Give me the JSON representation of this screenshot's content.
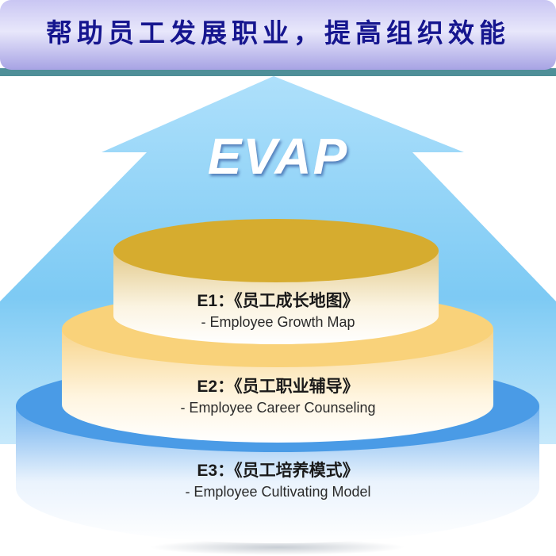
{
  "banner": {
    "title": "帮助员工发展职业，提高组织效能"
  },
  "diagram": {
    "title": "EVAP",
    "levels": [
      {
        "code": "E1：《员工成长地图》",
        "english": "- Employee Growth Map"
      },
      {
        "code": "E2：《员工职业辅导》",
        "english": "- Employee Career Counseling"
      },
      {
        "code": "E3：《员工培养模式》",
        "english": "- Employee Cultivating Model"
      }
    ]
  },
  "colors": {
    "banner_text": "#16168f",
    "arrow": "#6fc6f5",
    "tier1_top": "#d6ac2f",
    "tier2_top": "#f9d27a",
    "tier3_top": "#4a9be6"
  }
}
